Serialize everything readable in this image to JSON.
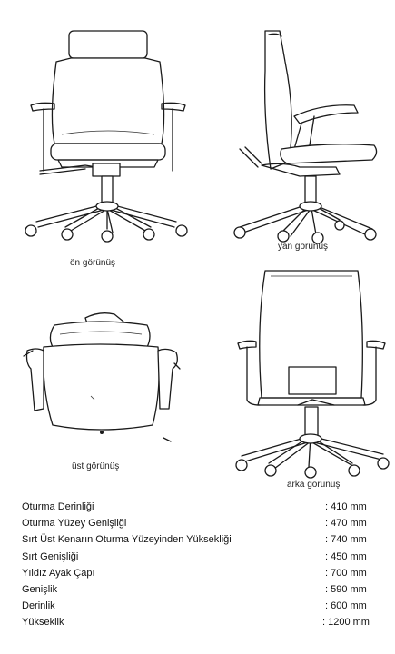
{
  "views": {
    "front": "ön görünüş",
    "side": "yan görünüş",
    "top": "üst görünüş",
    "back": "arka görünüş"
  },
  "specs": [
    {
      "label": "Oturma Derinliği",
      "value": ": 410 mm"
    },
    {
      "label": "Oturma Yüzey Genişliği",
      "value": ": 470 mm"
    },
    {
      "label": "Sırt Üst Kenarın Oturma Yüzeyinden Yüksekliği",
      "value": ": 740 mm"
    },
    {
      "label": "Sırt Genişliği",
      "value": ": 450 mm"
    },
    {
      "label": "Yıldız Ayak Çapı",
      "value": ": 700 mm"
    },
    {
      "label": "Genişlik",
      "value": ": 590 mm"
    },
    {
      "label": "Derinlik",
      "value": ": 600 mm"
    },
    {
      "label": "Yükseklik",
      "value": ": 1200 mm"
    }
  ]
}
